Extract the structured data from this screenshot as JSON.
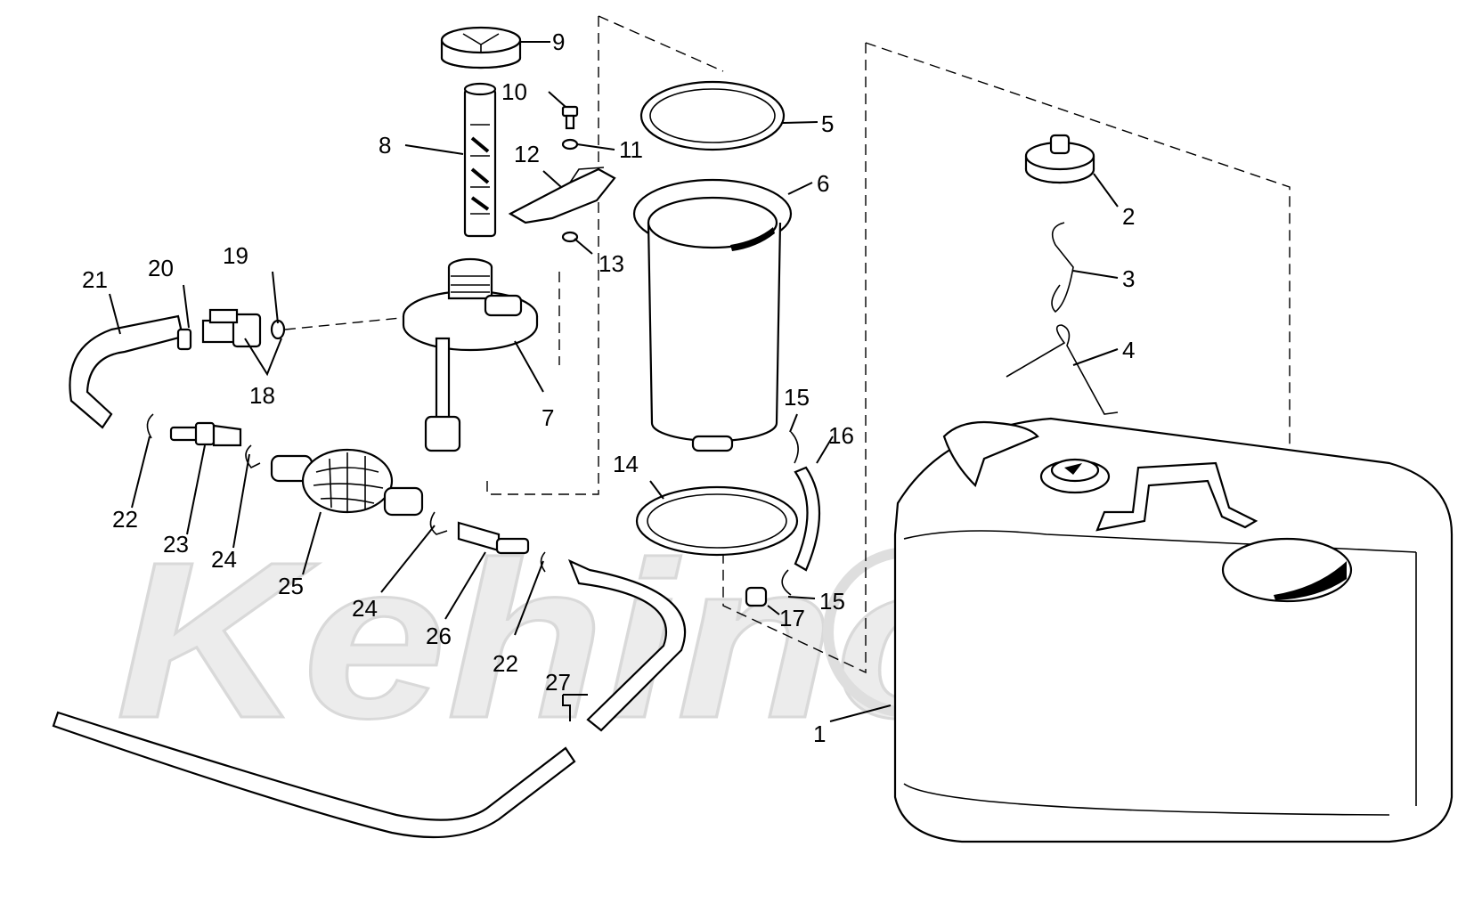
{
  "watermark": {
    "text": "Kehinomo"
  },
  "callouts": [
    {
      "id": "1",
      "label": "1"
    },
    {
      "id": "2",
      "label": "2"
    },
    {
      "id": "3",
      "label": "3"
    },
    {
      "id": "4",
      "label": "4"
    },
    {
      "id": "5",
      "label": "5"
    },
    {
      "id": "6",
      "label": "6"
    },
    {
      "id": "7",
      "label": "7"
    },
    {
      "id": "8",
      "label": "8"
    },
    {
      "id": "9",
      "label": "9"
    },
    {
      "id": "10",
      "label": "10"
    },
    {
      "id": "11",
      "label": "11"
    },
    {
      "id": "12",
      "label": "12"
    },
    {
      "id": "13",
      "label": "13"
    },
    {
      "id": "14",
      "label": "14"
    },
    {
      "id": "15a",
      "label": "15"
    },
    {
      "id": "15b",
      "label": "15"
    },
    {
      "id": "16",
      "label": "16"
    },
    {
      "id": "17",
      "label": "17"
    },
    {
      "id": "18",
      "label": "18"
    },
    {
      "id": "19",
      "label": "19"
    },
    {
      "id": "20",
      "label": "20"
    },
    {
      "id": "21",
      "label": "21"
    },
    {
      "id": "22a",
      "label": "22"
    },
    {
      "id": "22b",
      "label": "22"
    },
    {
      "id": "23",
      "label": "23"
    },
    {
      "id": "24a",
      "label": "24"
    },
    {
      "id": "24b",
      "label": "24"
    },
    {
      "id": "25",
      "label": "25"
    },
    {
      "id": "26",
      "label": "26"
    },
    {
      "id": "27",
      "label": "27"
    }
  ]
}
